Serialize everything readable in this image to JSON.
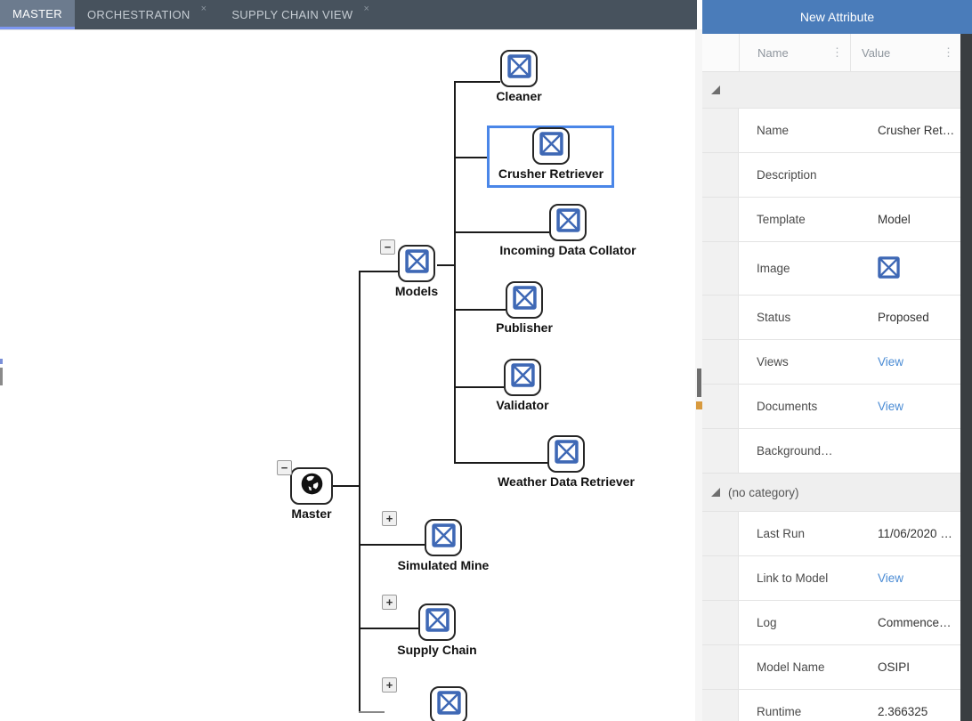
{
  "tabs": {
    "close_glyph": "×",
    "items": [
      {
        "label": "MASTER",
        "active": true
      },
      {
        "label": "ORCHESTRATION",
        "closable": true
      },
      {
        "label": "SUPPLY CHAIN VIEW",
        "closable": true
      }
    ]
  },
  "tree": {
    "collapse_glyph": "−",
    "expand_glyph": "+",
    "root": {
      "label": "Master",
      "icon": "globe-icon"
    },
    "children": [
      {
        "label": "Models",
        "expanded": true,
        "icon": "model-icon",
        "children": [
          {
            "label": "Cleaner",
            "icon": "model-icon"
          },
          {
            "label": "Crusher Retriever",
            "icon": "model-icon",
            "selected": true
          },
          {
            "label": "Incoming Data Collator",
            "icon": "model-icon"
          },
          {
            "label": "Publisher",
            "icon": "model-icon"
          },
          {
            "label": "Validator",
            "icon": "model-icon"
          },
          {
            "label": "Weather Data Retriever",
            "icon": "model-icon"
          }
        ]
      },
      {
        "label": "Simulated Mine",
        "expanded": false,
        "icon": "model-icon"
      },
      {
        "label": "Supply Chain",
        "expanded": false,
        "icon": "model-icon"
      },
      {
        "label": "",
        "expanded": false,
        "icon": "model-icon"
      }
    ]
  },
  "panel": {
    "title": "New Attribute",
    "menu_glyph": "⋮",
    "columns": [
      {
        "label": "Name"
      },
      {
        "label": "Value"
      }
    ],
    "groups": [
      {
        "label": "",
        "rows": [
          {
            "name": "Name",
            "value": "Crusher Ret…",
            "type": "text"
          },
          {
            "name": "Description",
            "value": "",
            "type": "text"
          },
          {
            "name": "Template",
            "value": "Model",
            "type": "text"
          },
          {
            "name": "Image",
            "value": "model-icon",
            "type": "icon"
          },
          {
            "name": "Status",
            "value": "Proposed",
            "type": "text"
          },
          {
            "name": "Views",
            "value": "View",
            "type": "link"
          },
          {
            "name": "Documents",
            "value": "View",
            "type": "link"
          },
          {
            "name": "Background…",
            "value": "",
            "type": "text"
          }
        ]
      },
      {
        "label": "(no category)",
        "rows": [
          {
            "name": "Last Run",
            "value": "11/06/2020 …",
            "type": "text"
          },
          {
            "name": "Link to Model",
            "value": "View",
            "type": "link"
          },
          {
            "name": "Log",
            "value": "Commence…",
            "type": "text"
          },
          {
            "name": "Model Name",
            "value": "OSIPI",
            "type": "text"
          },
          {
            "name": "Runtime",
            "value": "2.366325",
            "type": "text"
          }
        ]
      }
    ]
  },
  "colors": {
    "panel_header_blue": "#4a7cba",
    "tab_bar": "#47525d",
    "active_tab": "#6c7b8e",
    "active_tab_underline": "#7d97f1",
    "selection_outline": "#4a86e8",
    "model_icon_blue": "#3e68b5",
    "link_blue": "#4a8bd4"
  }
}
